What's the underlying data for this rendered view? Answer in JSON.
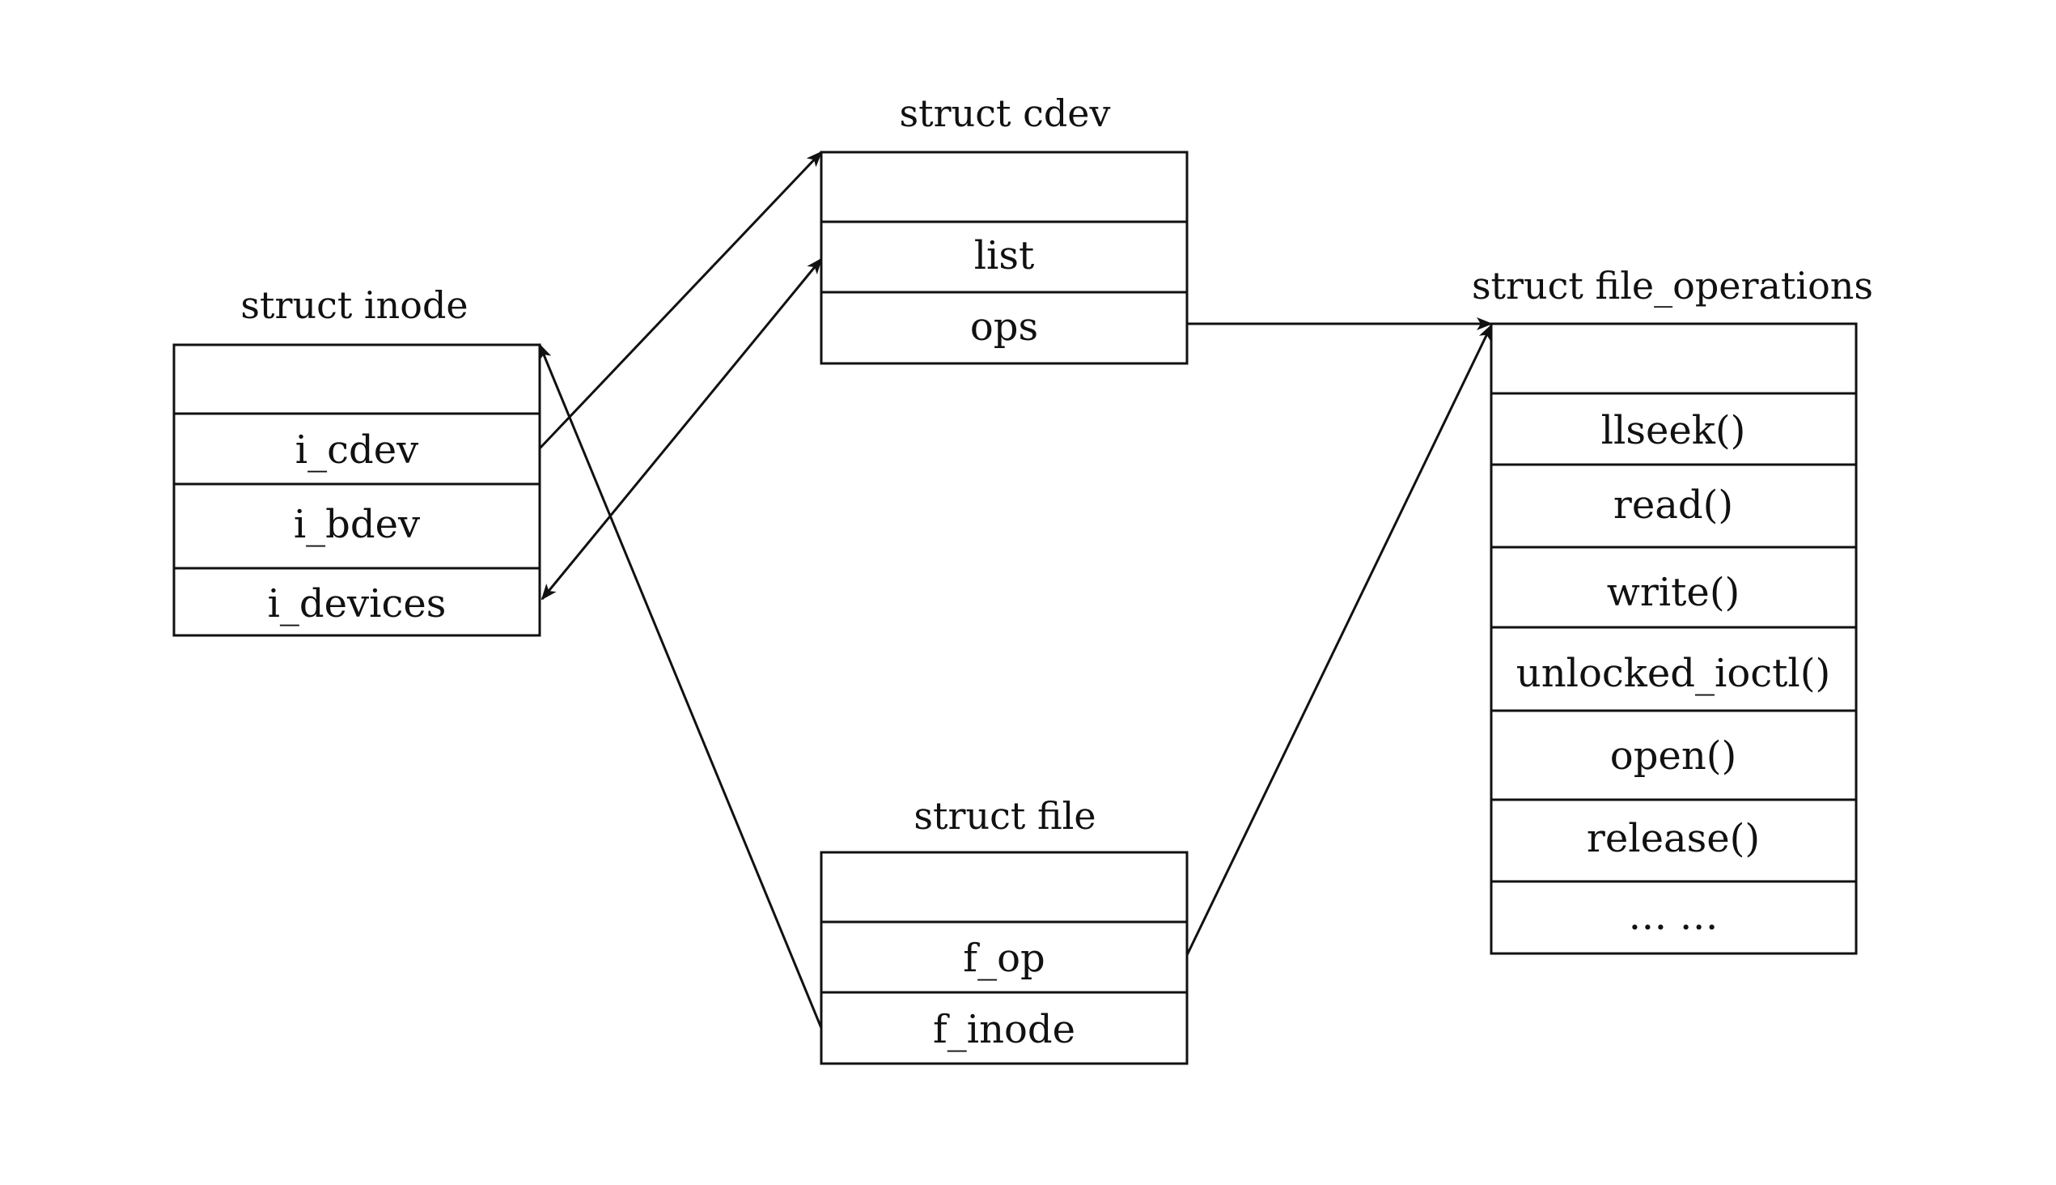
{
  "structs": {
    "inode": {
      "title": "struct inode",
      "fields": [
        "",
        "i_cdev",
        "i_bdev",
        "i_devices"
      ]
    },
    "cdev": {
      "title": "struct cdev",
      "fields": [
        "",
        "list",
        "ops"
      ]
    },
    "file": {
      "title": "struct file",
      "fields": [
        "",
        "f_op",
        "f_inode"
      ]
    },
    "file_operations": {
      "title": "struct file_operations",
      "fields": [
        "",
        "llseek()",
        "read()",
        "write()",
        "unlocked_ioctl()",
        "open()",
        "release()",
        "… …"
      ]
    }
  },
  "connections": [
    {
      "from": "inode.i_cdev",
      "to": "cdev.top",
      "heads": "end"
    },
    {
      "from": "inode.i_devices",
      "to": "cdev.list",
      "heads": "both"
    },
    {
      "from": "cdev.ops",
      "to": "file_operations.top",
      "heads": "end"
    },
    {
      "from": "file.f_op",
      "to": "file_operations.top",
      "heads": "end"
    },
    {
      "from": "file.f_inode",
      "to": "inode.top",
      "heads": "end"
    }
  ],
  "colors": {
    "stroke": "#111111",
    "background": "#ffffff"
  }
}
